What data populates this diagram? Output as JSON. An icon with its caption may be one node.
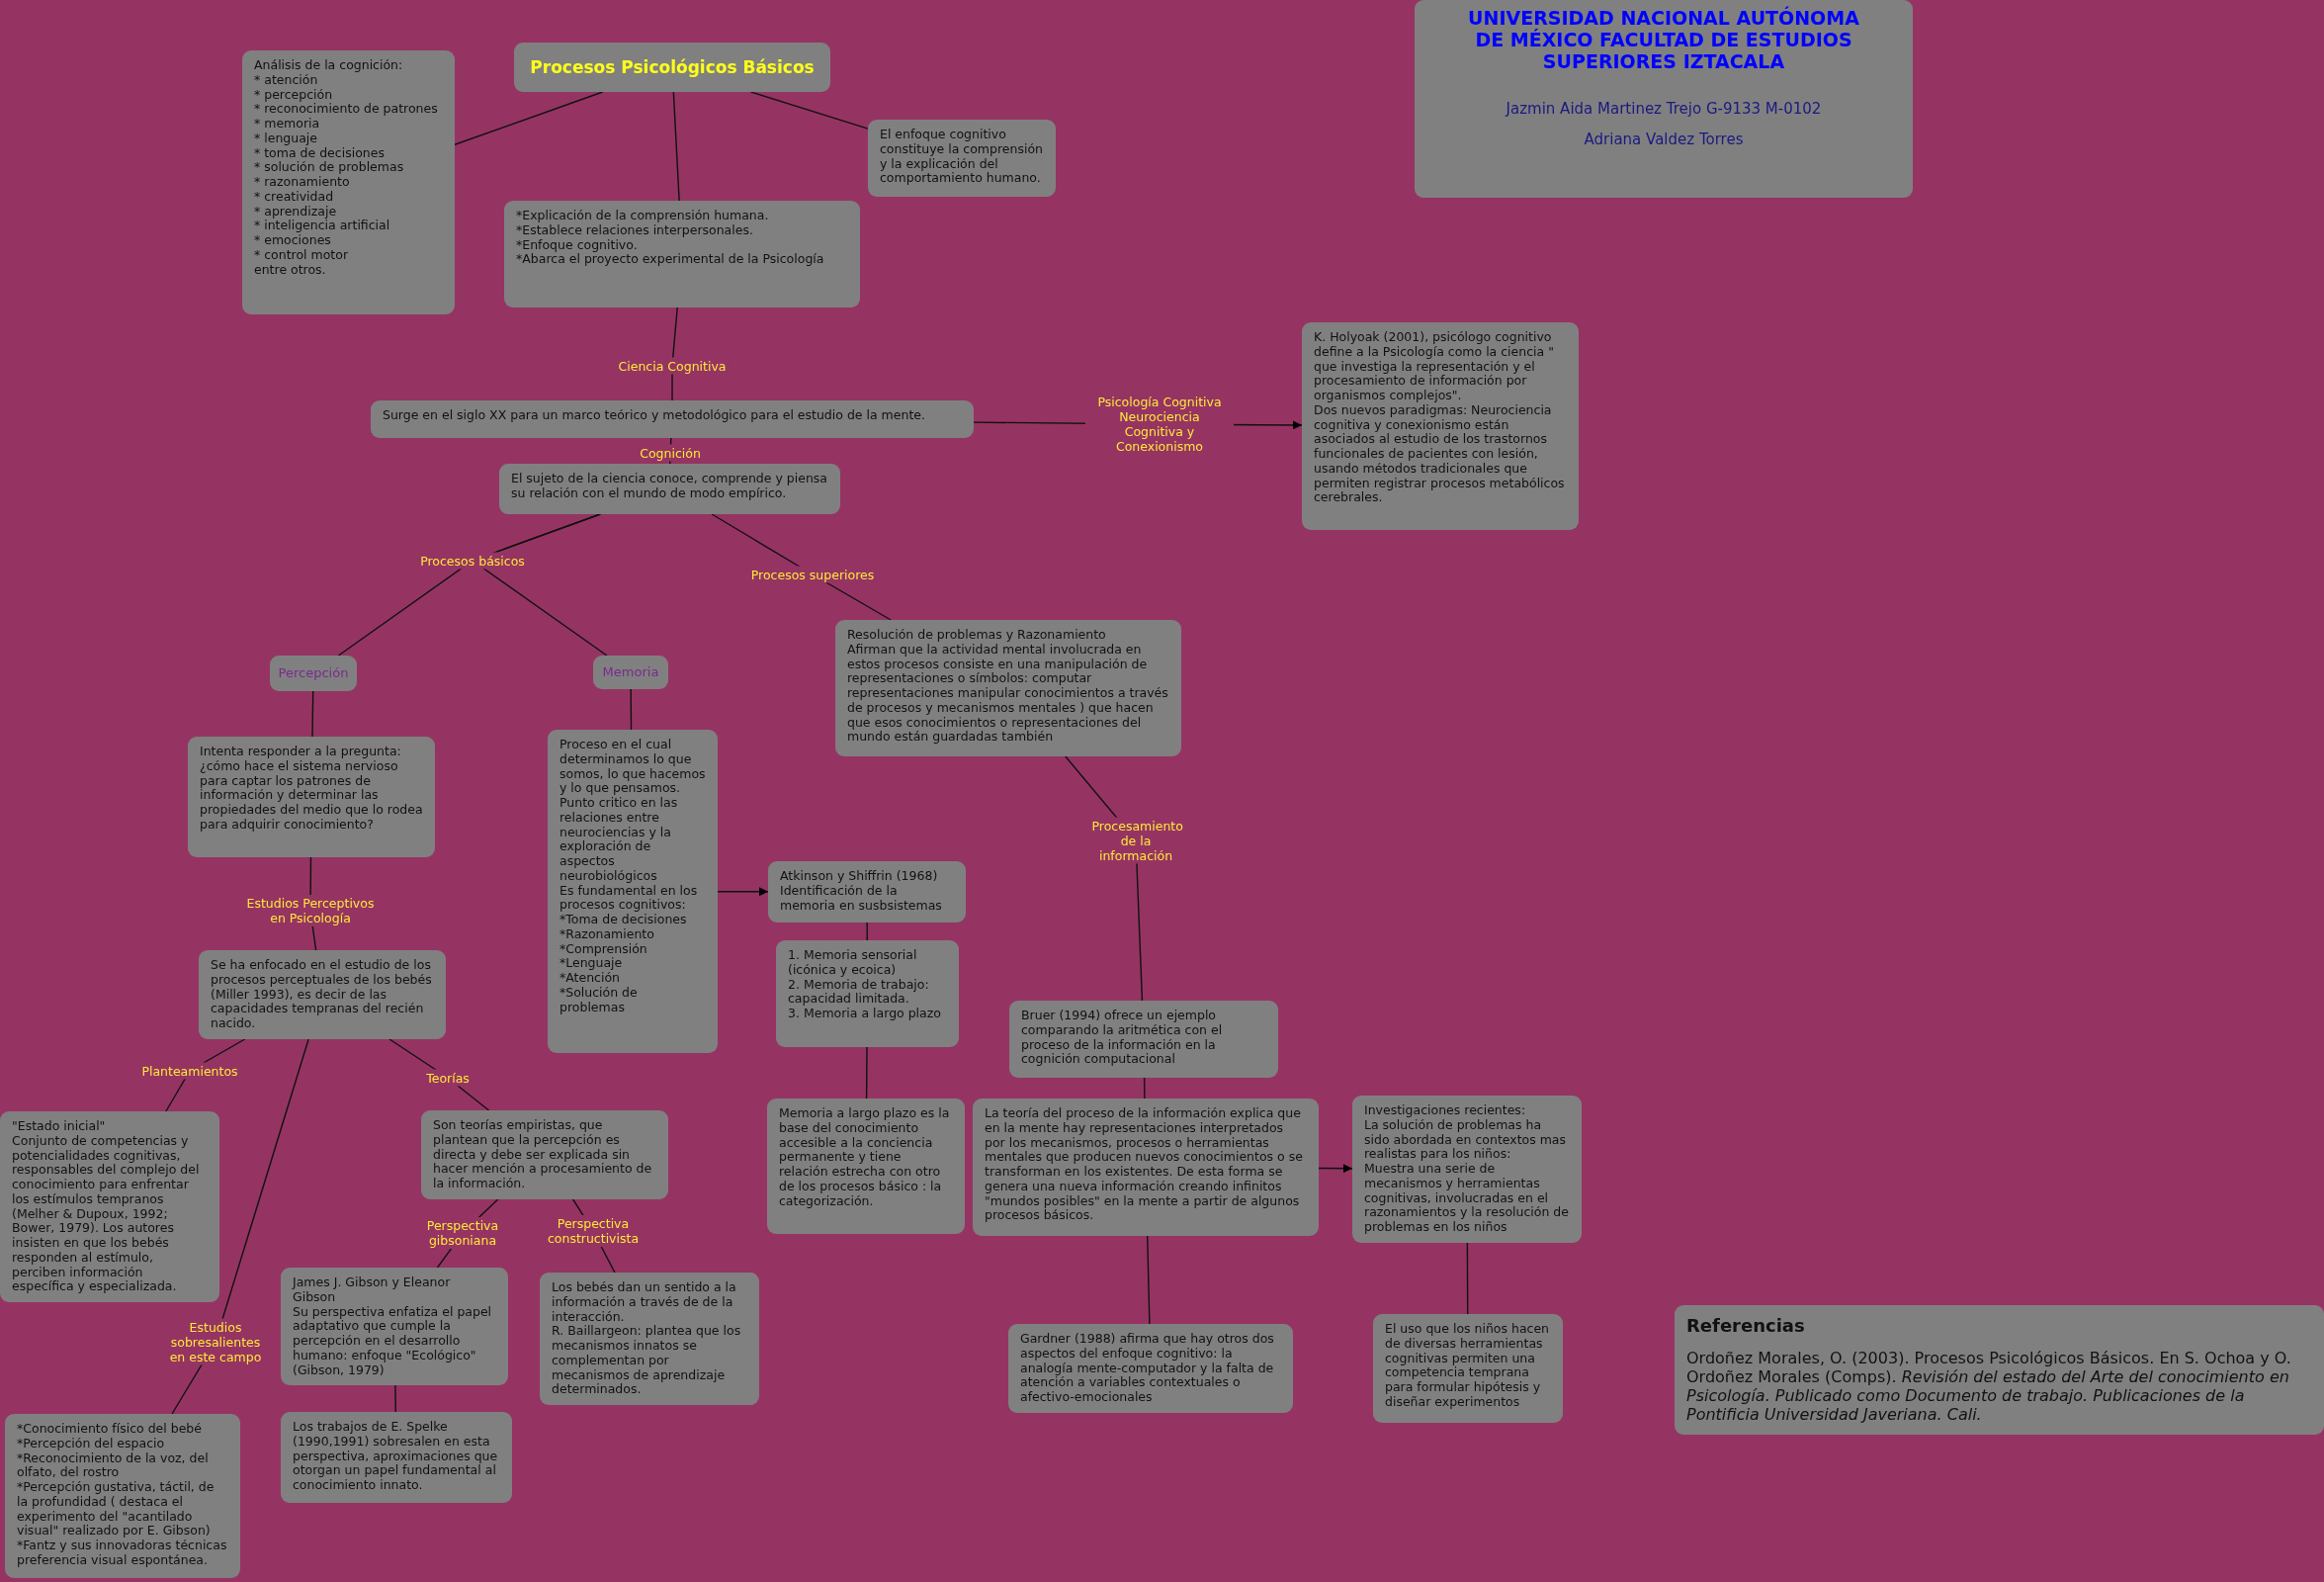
{
  "diagram": {
    "nodes": [
      {
        "text": [
          "Procesos Psicológicos Básicos"
        ]
      },
      {
        "text": [
          "Análisis de la cognición:",
          "* atención",
          "* percepción",
          "* reconocimiento de patrones",
          "* memoria",
          "* lenguaje",
          "* toma de decisiones",
          "* solución de problemas",
          "* razonamiento",
          "* creatividad",
          "* aprendizaje",
          "* inteligencia artificial",
          "* emociones",
          "* control motor",
          "entre otros."
        ]
      },
      {
        "text": [
          "El enfoque cognitivo constituye la comprensión y la explicación del comportamiento humano."
        ]
      },
      {
        "text": [
          "*Explicación de la comprensión humana.",
          "*Establece relaciones interpersonales.",
          "*Enfoque cognitivo.",
          "*Abarca el proyecto experimental de la Psicología"
        ]
      },
      {
        "text": [
          "UNIVERSIDAD NACIONAL AUTÓNOMA DE MÉXICO FACULTAD DE ESTUDIOS SUPERIORES IZTACALA",
          "Jazmin Aida Martinez Trejo G-9133  M-0102",
          "Adriana Valdez Torres"
        ]
      },
      {
        "text": [
          "Surge en el siglo XX para un marco teórico y metodológico para el estudio de la mente."
        ]
      },
      {
        "text": [
          "K. Holyoak (2001), psicólogo cognitivo define a la Psicología como la ciencia \" que investiga la representación y el procesamiento de información por organismos complejos\".",
          "Dos nuevos paradigmas: Neurociencia cognitiva y conexionismo están asociados al estudio de los trastornos funcionales de pacientes con lesión, usando métodos tradicionales que permiten registrar procesos metabólicos cerebrales."
        ]
      },
      {
        "text": [
          "El sujeto de la ciencia conoce, comprende y piensa su relación con el mundo de modo empírico."
        ]
      },
      {
        "text": [
          "Percepción"
        ]
      },
      {
        "text": [
          "Memoria"
        ]
      },
      {
        "text": [
          "Resolución de problemas y Razonamiento",
          "Afirman que la actividad mental involucrada en estos procesos consiste en una manipulación de representaciones o símbolos: computar representaciones manipular conocimientos a través de procesos y mecanismos mentales ) que hacen que esos conocimientos o representaciones del mundo están guardadas también"
        ]
      },
      {
        "text": [
          "Intenta responder a la pregunta:",
          "¿cómo hace el sistema nervioso para captar los patrones de información y determinar las propiedades del medio que lo rodea para adquirir conocimiento?"
        ]
      },
      {
        "text": [
          "Proceso en el cual determinamos lo que somos, lo que hacemos y lo que pensamos.",
          "Punto critico en las relaciones entre neurociencias y la exploración de aspectos neurobiológicos",
          "Es fundamental en los procesos cognitivos:",
          "*Toma de decisiones",
          "*Razonamiento",
          "*Comprensión",
          "*Lenguaje",
          "*Atención",
          "*Solución de problemas"
        ]
      },
      {
        "text": [
          "Atkinson y Shiffrin (1968)",
          "Identificación de la memoria en susbsistemas"
        ]
      },
      {
        "text": [
          "1. Memoria sensorial (icónica y ecoica)",
          "2. Memoria de trabajo: capacidad limitada.",
          "3. Memoria a largo plazo"
        ]
      },
      {
        "text": [
          "Se ha enfocado en el estudio de los procesos perceptuales de los bebés (Miller 1993), es decir de las capacidades tempranas del recién nacido."
        ]
      },
      {
        "text": [
          "Bruer (1994) ofrece un ejemplo comparando la aritmética con el proceso de la información en la cognición computacional"
        ]
      },
      {
        "text": [
          "\"Estado inicial\"",
          "Conjunto de competencias y potencialidades cognitivas, responsables del complejo del conocimiento para enfrentar los estímulos tempranos (Melher & Dupoux, 1992; Bower, 1979). Los autores insisten en que los bebés responden al estímulo, perciben información específica y especializada."
        ]
      },
      {
        "text": [
          "Son teorías empiristas, que plantean que la percepción es directa y debe ser explicada sin hacer mención a procesamiento de la información."
        ]
      },
      {
        "text": [
          "Memoria a largo plazo es la base del conocimiento accesible a la conciencia permanente y tiene relación estrecha con otro de los procesos básico : la categorización."
        ]
      },
      {
        "text": [
          "La teoría del proceso de la información explica que en la mente hay representaciones interpretados por los mecanismos, procesos o herramientas mentales que producen nuevos conocimientos o se transforman en los existentes. De esta forma se genera una nueva información creando infinitos \"mundos posibles\" en la mente a partir de algunos procesos básicos."
        ]
      },
      {
        "text": [
          "Investigaciones recientes:",
          "La solución de problemas ha sido abordada en contextos mas realistas para los niños:",
          "Muestra una serie de mecanismos y herramientas cognitivas, involucradas en el razonamientos y la resolución de problemas en los niños"
        ]
      },
      {
        "text": [
          "James J. Gibson y Eleanor Gibson",
          "Su perspectiva enfatiza el papel adaptativo que cumple la percepción en el desarrollo humano: enfoque \"Ecológico\" (Gibson, 1979)"
        ]
      },
      {
        "text": [
          "Los bebés dan un sentido a la información a través de de la interacción.",
          "R. Baillargeon: plantea que los mecanismos innatos se complementan por mecanismos de aprendizaje determinados."
        ]
      },
      {
        "text": [
          "Gardner (1988) afirma que hay otros dos aspectos del enfoque  cognitivo: la analogía mente-computador y la falta de atención a variables contextuales o afectivo-emocionales"
        ]
      },
      {
        "text": [
          "El uso que los niños hacen de diversas herramientas cognitivas permiten una competencia temprana para formular hipótesis y diseñar experimentos"
        ]
      },
      {
        "text": [
          "Referencias",
          "Ordoñez Morales, O. (2003). Procesos Psicológicos Básicos. En S. Ochoa y O. Ordoñez Morales (Comps). *Revisión del estado del Arte del conocimiento en Psicología.  Publicado como Documento de trabajo. Publicaciones de la Pontificia Universidad Javeriana. Cali.*"
        ]
      },
      {
        "text": [
          "*Conocimiento físico del bebé",
          "*Percepción del espacio",
          "*Reconocimiento de la voz, del olfato, del rostro",
          "*Percepción gustativa, táctil, de la profundidad ( destaca el experimento del \"acantilado visual\" realizado por E. Gibson)",
          "*Fantz y sus innovadoras técnicas preferencia visual espontánea."
        ]
      },
      {
        "text": [
          "Los trabajos de E. Spelke (1990,1991) sobresalen en esta perspectiva, aproximaciones que otorgan un papel fundamental al conocimiento innato."
        ]
      }
    ],
    "edges": [
      {
        "from": 0,
        "to": 1,
        "arrow": "none"
      },
      {
        "from": 0,
        "to": 2,
        "arrow": "none"
      },
      {
        "from": 0,
        "to": 3,
        "arrow": "none"
      },
      {
        "from": 3,
        "to": 5,
        "arrow": "none",
        "label": "Ciencia Cognitiva"
      },
      {
        "from": 5,
        "to": 6,
        "arrow": "to",
        "label": "Psicología Cognitiva Neurociencia Cognitiva y Conexionismo"
      },
      {
        "from": 5,
        "to": 7,
        "arrow": "none",
        "label": "Cognición"
      },
      {
        "from": 7,
        "to": 8,
        "arrow": "none",
        "label": "Procesos básicos"
      },
      {
        "from": 7,
        "to": 9,
        "arrow": "none"
      },
      {
        "from": 7,
        "to": 10,
        "arrow": "none",
        "label": "Procesos superiores"
      },
      {
        "from": 8,
        "to": 11,
        "arrow": "none"
      },
      {
        "from": 11,
        "to": 15,
        "arrow": "none",
        "label": "Estudios Perceptivos en Psicología"
      },
      {
        "from": 9,
        "to": 12,
        "arrow": "none"
      },
      {
        "from": 12,
        "to": 13,
        "arrow": "to"
      },
      {
        "from": 13,
        "to": 14,
        "arrow": "none"
      },
      {
        "from": 14,
        "to": 19,
        "arrow": "none"
      },
      {
        "from": 10,
        "to": 16,
        "arrow": "none",
        "label": "Procesamiento de la información"
      },
      {
        "from": 16,
        "to": 20,
        "arrow": "none"
      },
      {
        "from": 20,
        "to": 21,
        "arrow": "to"
      },
      {
        "from": 20,
        "to": 24,
        "arrow": "none"
      },
      {
        "from": 21,
        "to": 25,
        "arrow": "none"
      },
      {
        "from": 15,
        "to": 17,
        "arrow": "none",
        "label": "Planteamientos"
      },
      {
        "from": 15,
        "to": 27,
        "arrow": "none",
        "label": "Estudios sobresalientes en este campo"
      },
      {
        "from": 15,
        "to": 18,
        "arrow": "none",
        "label": "Teorías"
      },
      {
        "from": 18,
        "to": 22,
        "arrow": "none",
        "label": "Perspectiva gibsoniana"
      },
      {
        "from": 18,
        "to": 23,
        "arrow": "none",
        "label": "Perspectiva constructivista"
      },
      {
        "from": 22,
        "to": 28,
        "arrow": "none"
      }
    ]
  }
}
